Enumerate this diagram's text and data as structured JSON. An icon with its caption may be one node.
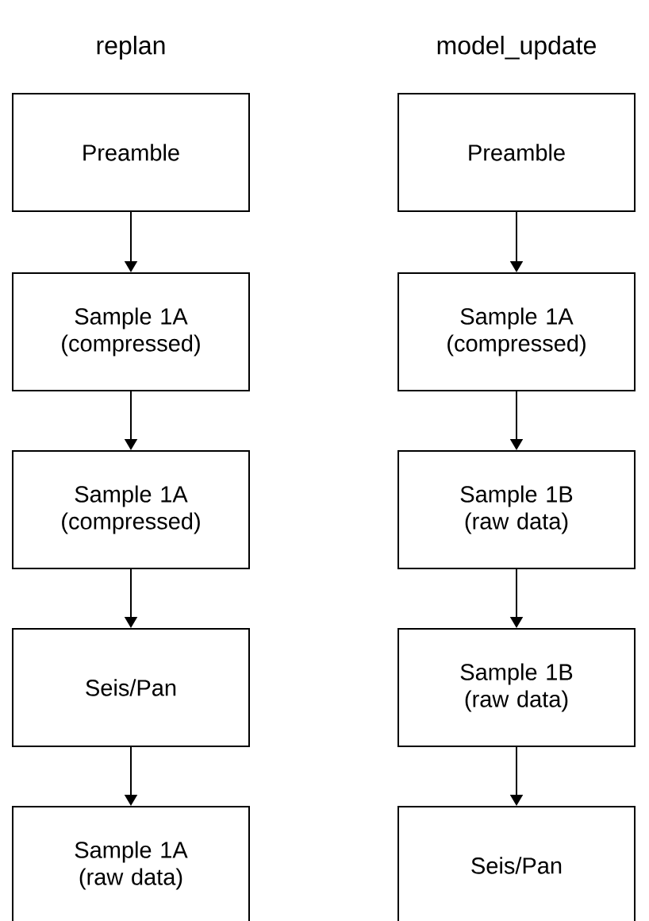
{
  "diagram": {
    "nodes": [
      {
        "text": [
          "Preamble"
        ]
      },
      {
        "text": [
          "Sample 1A (compressed)"
        ]
      },
      {
        "text": [
          "Sample 1A (compressed)"
        ]
      },
      {
        "text": [
          "Seis/Pan"
        ]
      },
      {
        "text": [
          "Sample 1A (raw data)"
        ]
      },
      {
        "text": [
          "Preamble"
        ]
      },
      {
        "text": [
          "Sample 1A (compressed)"
        ]
      },
      {
        "text": [
          "Sample 1B (raw data)"
        ]
      },
      {
        "text": [
          "Sample 1B (raw data)"
        ]
      },
      {
        "text": [
          "Seis/Pan"
        ]
      }
    ],
    "edges": [
      {
        "from": 0,
        "to": 1,
        "arrow": "to"
      },
      {
        "from": 1,
        "to": 2,
        "arrow": "to"
      },
      {
        "from": 2,
        "to": 3,
        "arrow": "to"
      },
      {
        "from": 3,
        "to": 4,
        "arrow": "to"
      },
      {
        "from": 5,
        "to": 6,
        "arrow": "to"
      },
      {
        "from": 6,
        "to": 7,
        "arrow": "to"
      },
      {
        "from": 7,
        "to": 8,
        "arrow": "to"
      },
      {
        "from": 8,
        "to": 9,
        "arrow": "to"
      }
    ],
    "labels": [
      "replan",
      "model_update"
    ]
  }
}
